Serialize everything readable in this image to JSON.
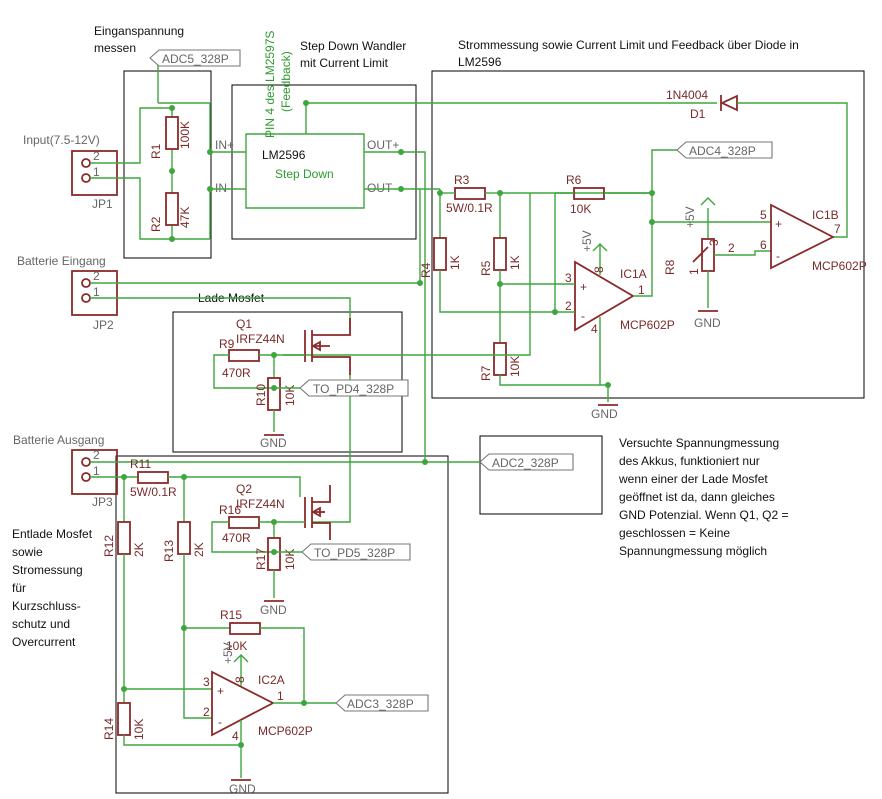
{
  "headings": {
    "eingangsspannung_1": "Einganspannung",
    "eingangsspannung_2": "messen",
    "stepdown_1": "Step Down Wandler",
    "stepdown_2": "mit Current Limit",
    "strom_1": "Strommessung sowie Current Limit und Feedback über Diode in",
    "strom_2": "LM2596",
    "lade": "Lade Mosfet",
    "entlade": [
      "Entlade Mosfet",
      "sowie",
      "Stromessung",
      "für",
      "Kurzschluss-",
      "schutz und",
      "Overcurrent"
    ],
    "note": [
      "Versuchte Spannungmessung",
      "des Akkus, funktioniert nur",
      "wenn einer der Lade Mosfet",
      "geöffnet ist da, dann gleiches",
      "GND Potenzial. Wenn Q1, Q2 =",
      "geschlossen = Keine",
      "Spannungmessung möglich"
    ]
  },
  "connectors": {
    "input": "Input(7.5-12V)",
    "jp1": "JP1",
    "batterie_eingang": "Batterie Eingang",
    "jp2": "JP2",
    "batterie_ausgang": "Batterie Ausgang",
    "jp3": "JP3",
    "pin2": "2",
    "pin1": "1"
  },
  "signals": {
    "adc5": "ADC5_328P",
    "adc4": "ADC4_328P",
    "adc2": "ADC2_328P",
    "adc3": "ADC3_328P",
    "to_pd4": "TO_PD4_328P",
    "to_pd5": "TO_PD5_328P"
  },
  "lm2596": {
    "name": "LM2596",
    "sub": "Step Down",
    "in_plus": "IN+",
    "in_minus": "IN-",
    "out_plus": "OUT+",
    "out_minus": "OUT-",
    "feedback_note_1": "PIN 4 des LM2597S",
    "feedback_note_2": "(Feedback)"
  },
  "resistors": {
    "r1": "R1",
    "r1v": "100K",
    "r2": "R2",
    "r2v": "47K",
    "r3": "R3",
    "r3v": "5W/0.1R",
    "r4": "R4",
    "r4v": "1K",
    "r5": "R5",
    "r5v": "1K",
    "r6": "R6",
    "r6v": "10K",
    "r7": "R7",
    "r7v": "10K",
    "r8": "R8",
    "r9": "R9",
    "r9v": "470R",
    "r10": "R10",
    "r10v": "10K",
    "r11": "R11",
    "r11v": "5W/0.1R",
    "r12": "R12",
    "r12v": "2K",
    "r13": "R13",
    "r13v": "2K",
    "r14": "R14",
    "r14v": "10K",
    "r15": "R15",
    "r15v": "10K",
    "r16": "R16",
    "r16v": "470R",
    "r17": "R17",
    "r17v": "10K"
  },
  "semis": {
    "d1": "D1",
    "d1v": "1N4004",
    "q1": "Q1",
    "q1v": "IRFZ44N",
    "q2": "Q2",
    "q2v": "IRFZ44N",
    "ic1a": "IC1A",
    "ic1b": "IC1B",
    "ic2a": "IC2A",
    "mcp": "MCP602P"
  },
  "power": {
    "gnd": "GND",
    "p5v": "+5V"
  },
  "pins": {
    "p1": "1",
    "p2": "2",
    "p3": "3",
    "p4": "4",
    "p5": "5",
    "p6": "6",
    "p7": "7",
    "p8": "8",
    "plus": "+",
    "minus": "-"
  }
}
